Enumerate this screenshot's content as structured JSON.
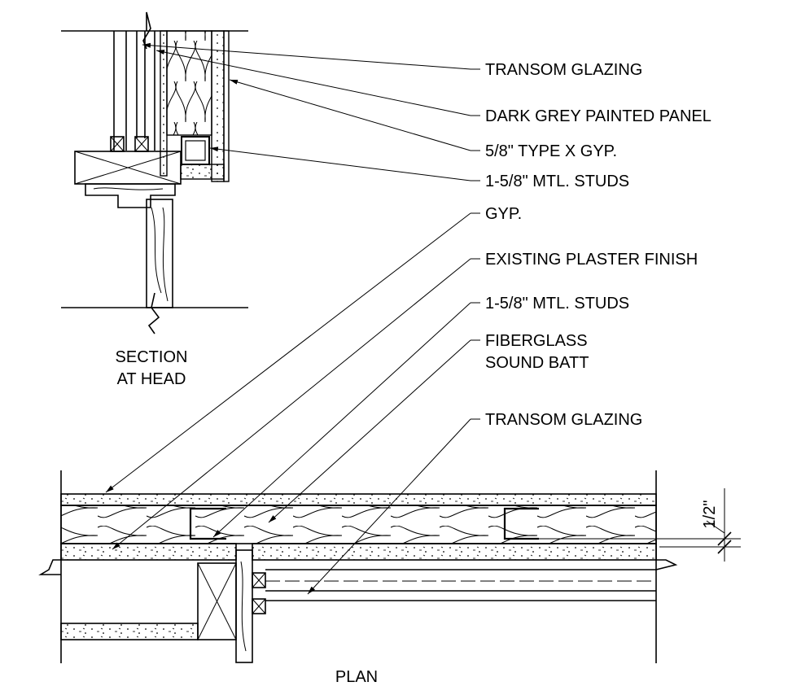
{
  "section": {
    "caption_line1": "SECTION",
    "caption_line2": "AT HEAD",
    "labels": [
      "TRANSOM GLAZING",
      "DARK GREY PAINTED PANEL",
      "5/8\" TYPE X GYP.",
      "1-5/8\" MTL. STUDS"
    ]
  },
  "plan": {
    "caption": "PLAN",
    "labels": [
      "GYP.",
      "EXISTING PLASTER FINISH",
      "1-5/8\" MTL. STUDS",
      "FIBERGLASS",
      "SOUND BATT",
      "TRANSOM GLAZING"
    ],
    "dimension": "1/2\""
  }
}
